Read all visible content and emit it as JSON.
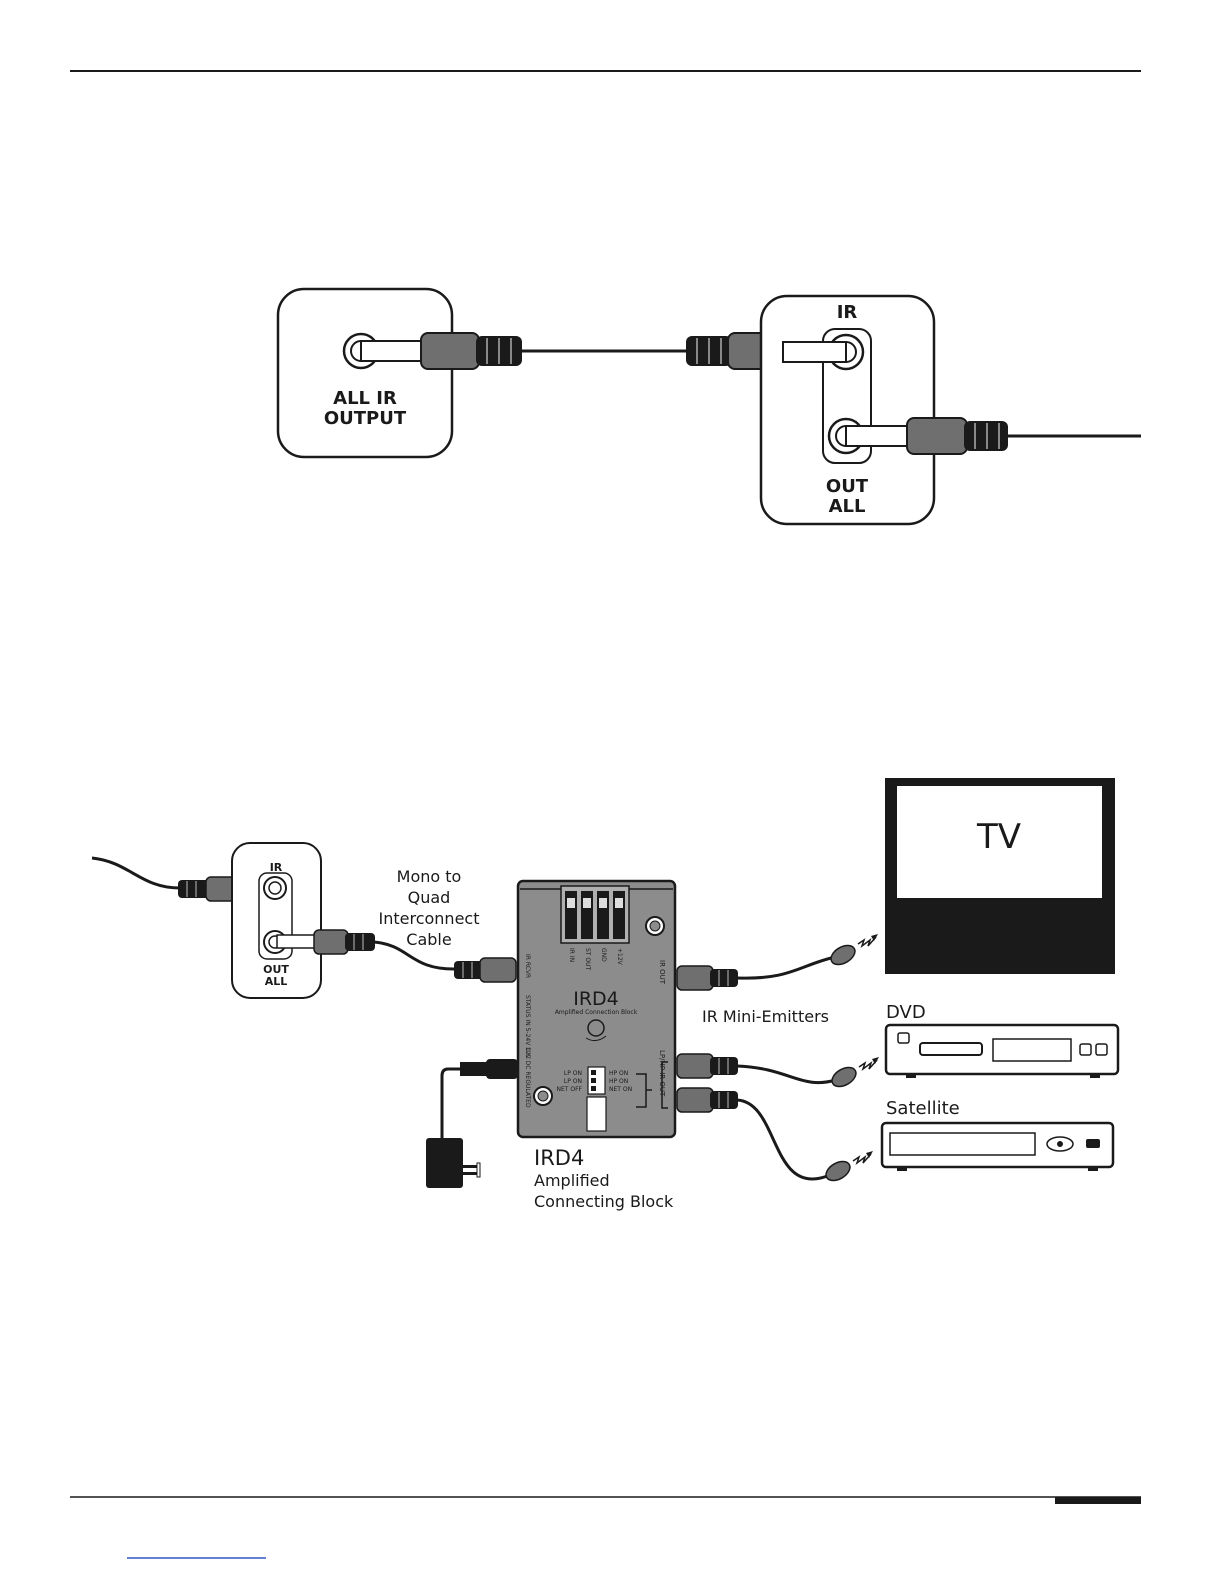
{
  "diagram1": {
    "port_all_ir_output_line1": "ALL IR",
    "port_all_ir_output_line2": "OUTPUT",
    "port_ir": "IR",
    "port_out_all_line1": "OUT",
    "port_out_all_line2": "ALL"
  },
  "diagram2": {
    "port_ir": "IR",
    "port_out_all_line1": "OUT",
    "port_out_all_line2": "ALL",
    "cable_label": [
      "Mono to",
      "Quad",
      "Interconnect",
      "Cable"
    ],
    "block_title": "IRD4",
    "block_subtitle": "Amplified Connection Block",
    "block_terminals": [
      "IR IN",
      "ST OUT",
      "GND",
      "+12V"
    ],
    "block_label_ir_rcvr": "IR RCVR",
    "block_label_status_in": "STATUS IN 5-24V D.C.",
    "block_label_power": "12V DC REGULATED",
    "block_label_ir_out": "IR OUT",
    "block_label_lphp_ir_out": "LP/HP IR OUT",
    "switch_left": [
      "LP ON",
      "LP ON",
      "NET OFF"
    ],
    "switch_right": [
      "HP ON",
      "HP ON",
      "NET ON"
    ],
    "emitters_label": "IR Mini-Emitters",
    "caption_title": "IRD4",
    "caption_line1": "Amplified",
    "caption_line2": "Connecting Block",
    "tv_label": "TV",
    "dvd_label": "DVD",
    "satellite_label": "Satellite"
  },
  "colors": {
    "ink": "#1a1a1a",
    "plug_gray": "#6f6f6f",
    "block_gray": "#8c8c8c",
    "link_blue": "#3355cc"
  }
}
